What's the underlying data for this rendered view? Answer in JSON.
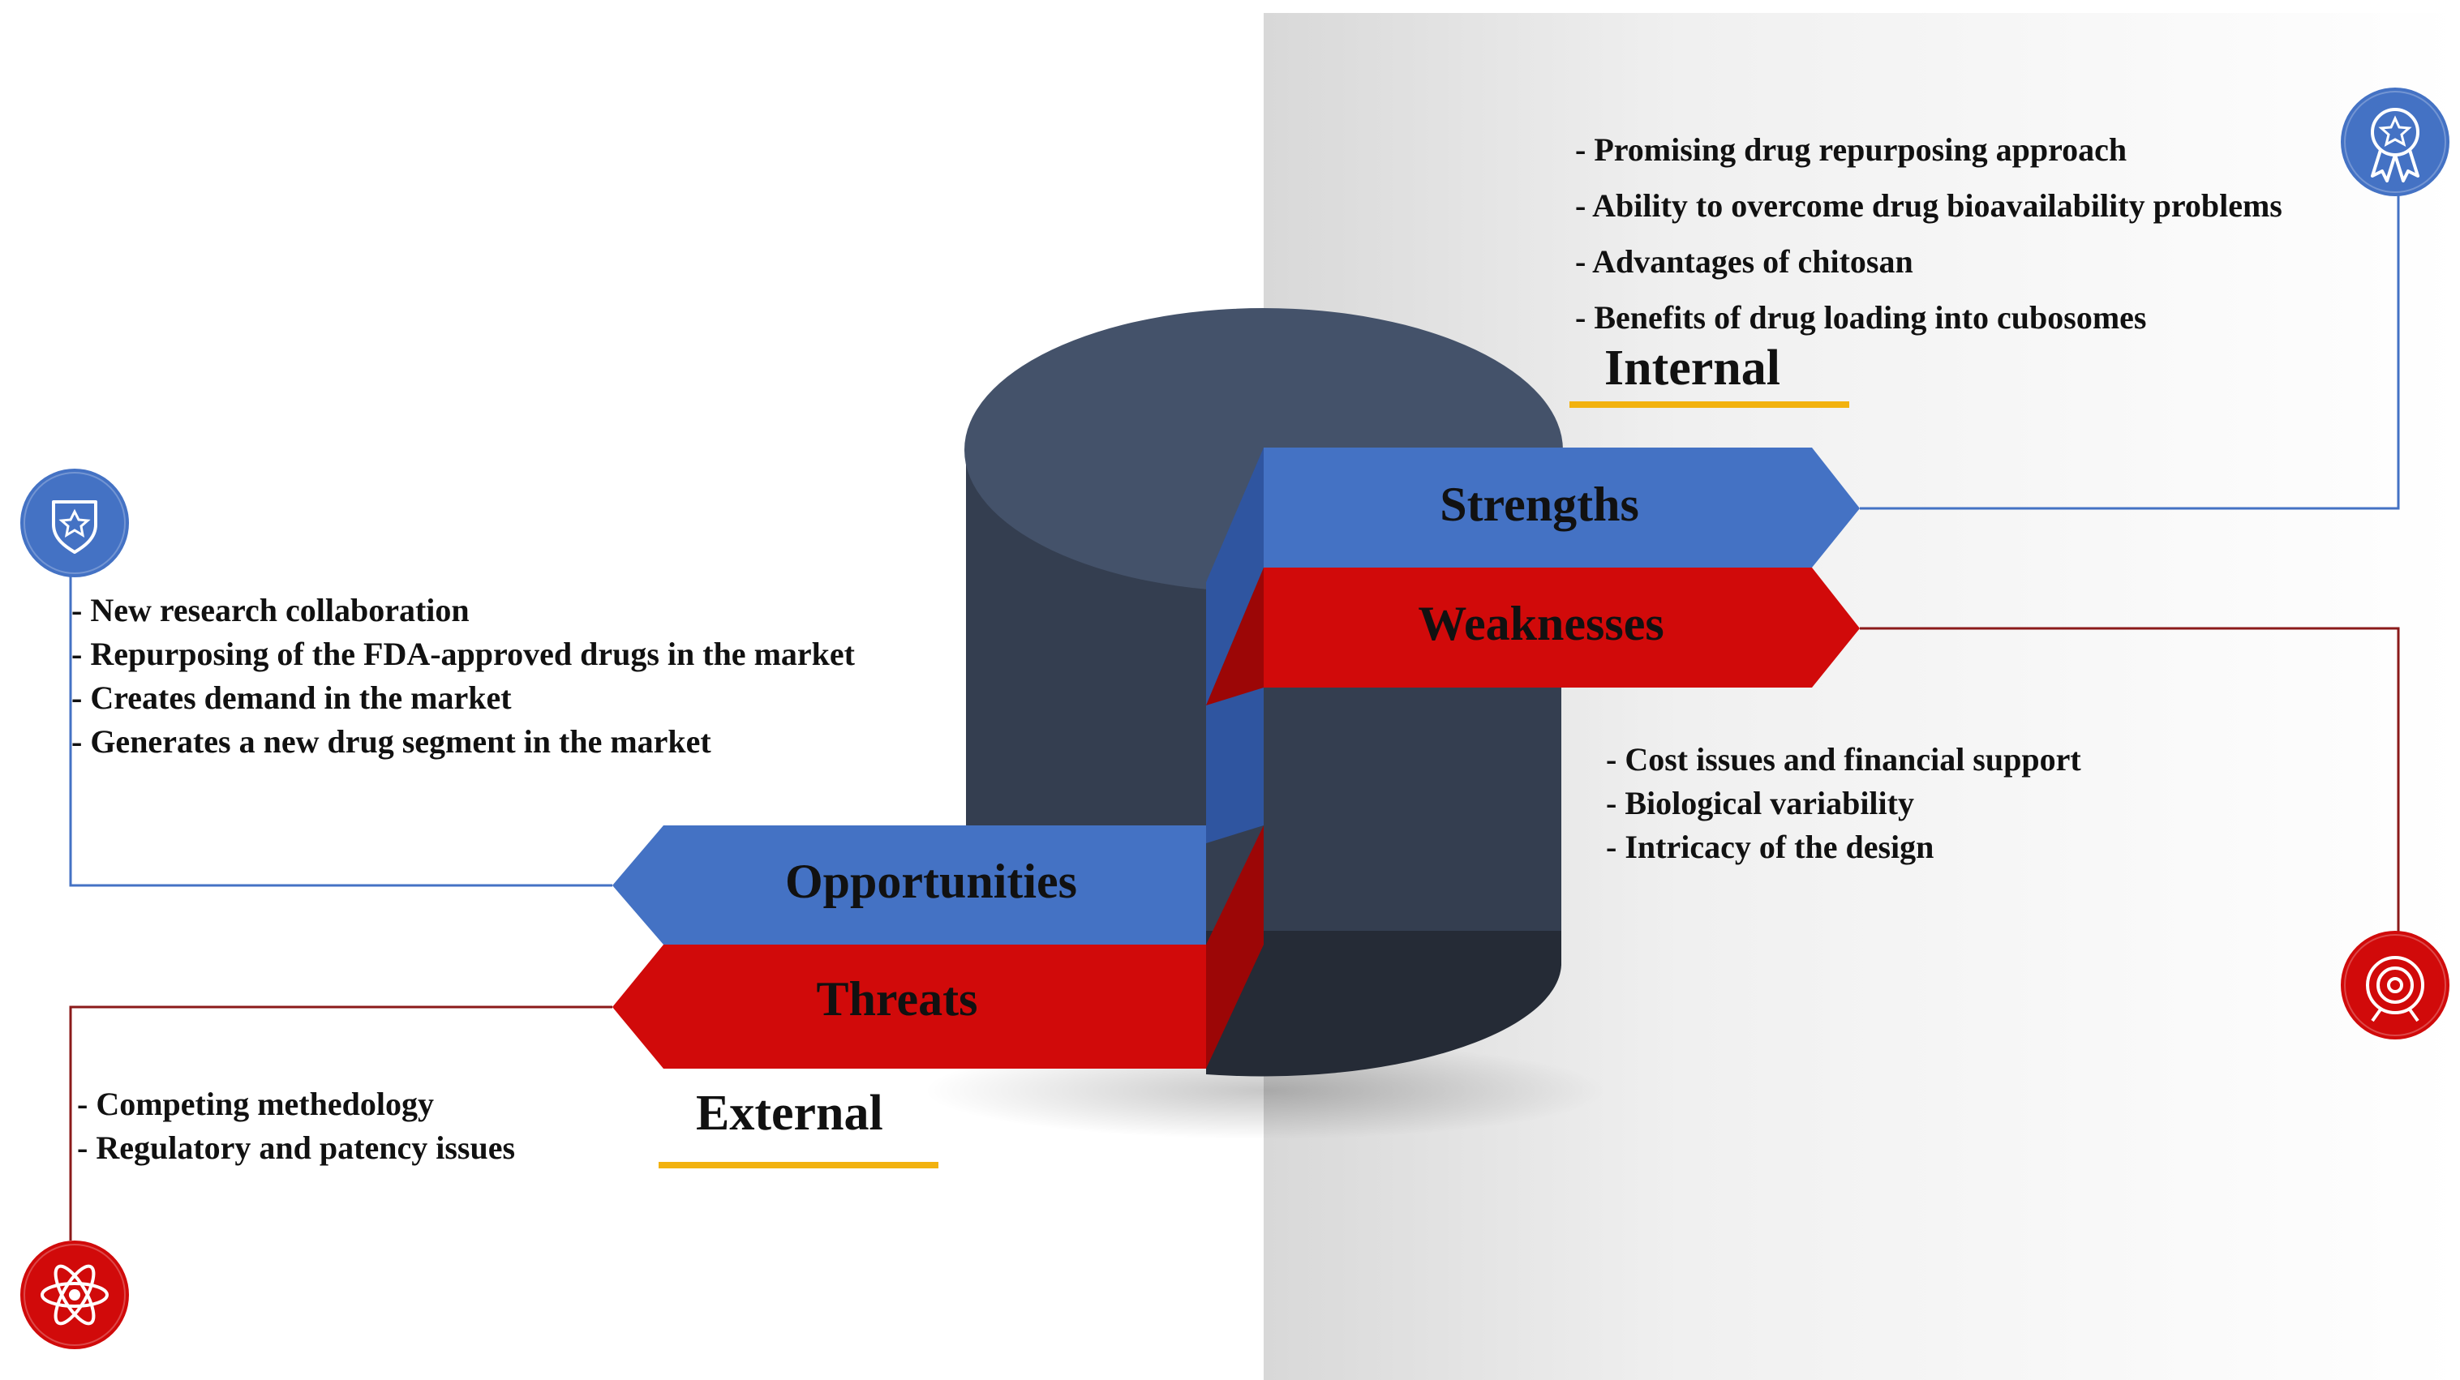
{
  "diagram": {
    "colors": {
      "blue": "#4472C4",
      "red": "#D10A0A",
      "cylinder_top": "#44526A",
      "cylinder_body": "#343E50",
      "accent_line": "#F2B20F"
    },
    "sections": {
      "internal": "Internal",
      "external": "External"
    },
    "quadrants": {
      "strengths": {
        "label": "Strengths",
        "icon": "award-ribbon-icon",
        "items": [
          "- Promising drug repurposing approach",
          "- Ability to overcome drug bioavailability problems",
          "- Advantages of chitosan",
          "- Benefits of drug loading into cubosomes"
        ]
      },
      "weaknesses": {
        "label": "Weaknesses",
        "icon": "target-icon",
        "items": [
          "- Cost issues and financial support",
          "- Biological variability",
          "- Intricacy of the design"
        ]
      },
      "opportunities": {
        "label": "Opportunities",
        "icon": "shield-star-icon",
        "items": [
          "- New research collaboration",
          "- Repurposing of the FDA-approved drugs in the market",
          "- Creates demand in the market",
          "- Generates a new drug segment in the market"
        ]
      },
      "threats": {
        "label": "Threats",
        "icon": "atom-icon",
        "items": [
          "- Competing methedology",
          "- Regulatory and patency issues"
        ]
      }
    }
  }
}
